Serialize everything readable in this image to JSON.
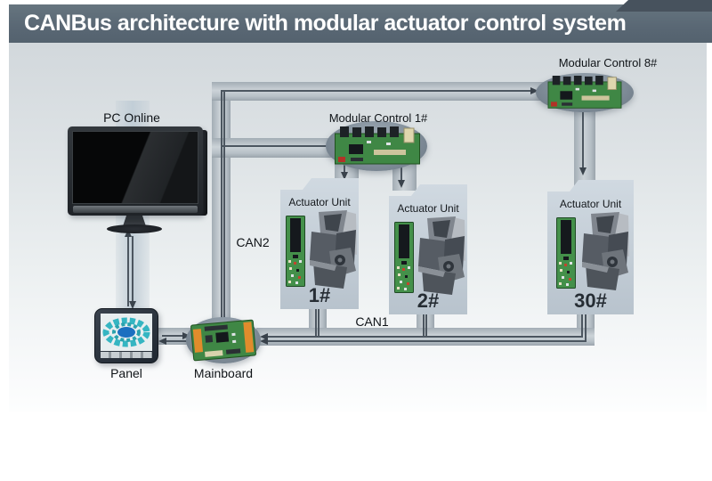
{
  "header": {
    "title": "CANBus architecture with modular actuator control system"
  },
  "diagram": {
    "pc": {
      "label": "PC Online"
    },
    "panel": {
      "label": "Panel"
    },
    "mainboard": {
      "label": "Mainboard"
    },
    "modular_control_1": {
      "label": "Modular Control 1#"
    },
    "modular_control_8": {
      "label": "Modular Control 8#"
    },
    "bus": {
      "can1": "CAN1",
      "can2": "CAN2"
    },
    "actuator_units": [
      {
        "title": "Actuator Unit",
        "number": "1#"
      },
      {
        "title": "Actuator Unit",
        "number": "2#"
      },
      {
        "title": "Actuator Unit",
        "number": "30#"
      }
    ],
    "colors": {
      "header_bg": "#5c6a77",
      "header_tab": "#47525d",
      "diagram_bg": "#dde2e5",
      "connector_band": "#bcc5cc",
      "wire": "#4c5660",
      "ellipse": "#808d99",
      "card_bg": "#c3cdd6",
      "pcb_green": "#3f8745",
      "pcb_orange": "#e08c2c",
      "panel_teal": "#35b5c2",
      "panel_blue": "#1b6fc0"
    }
  }
}
